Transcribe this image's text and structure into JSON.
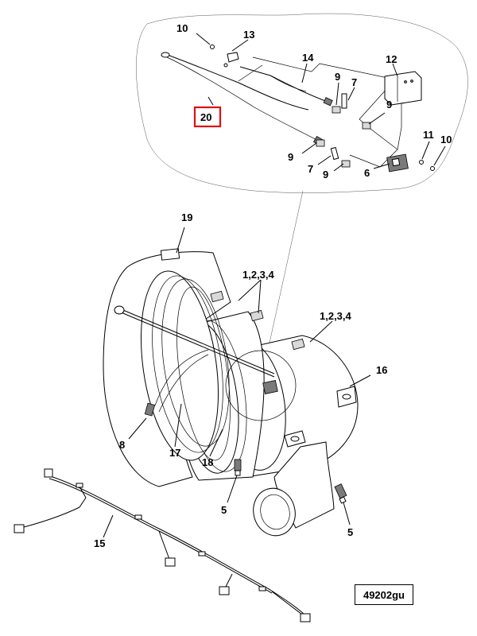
{
  "diagram": {
    "reference_code": "49202gu",
    "highlight_color": "#e01010",
    "highlighted_callout": "20",
    "callouts": {
      "c20": "20",
      "c19": "19",
      "c16": "16",
      "c17": "17",
      "c18": "18",
      "c15": "15",
      "c14": "14",
      "c13": "13",
      "c12": "12",
      "c11": "11",
      "c10a": "10",
      "c10b": "10",
      "c9a": "9",
      "c9b": "9",
      "c9c": "9",
      "c9d": "9",
      "c8": "8",
      "c7a": "7",
      "c7b": "7",
      "c6": "6",
      "c5a": "5",
      "c5b": "5",
      "c1234a": "1,2,3,4",
      "c1234b": "1,2,3,4"
    }
  }
}
